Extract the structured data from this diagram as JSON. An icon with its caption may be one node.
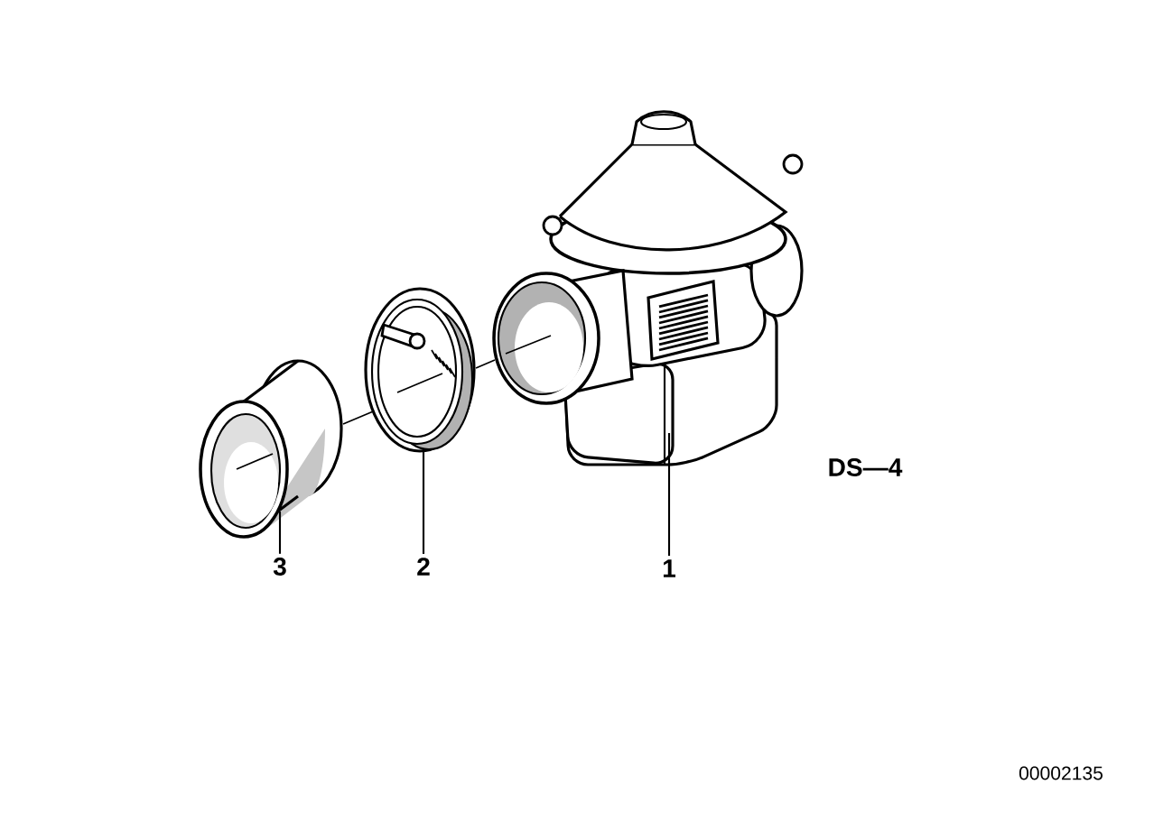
{
  "diagram": {
    "nodes": [
      {
        "text": [],
        "shape": "picture"
      },
      {
        "text": [],
        "shape": "picture"
      },
      {
        "text": [],
        "shape": "picture"
      },
      {
        "text": [
          "3"
        ]
      },
      {
        "text": [
          "2"
        ]
      },
      {
        "text": [
          "1"
        ]
      }
    ],
    "edges": [
      {
        "from": 3,
        "to": 0,
        "arrow": "none"
      },
      {
        "from": 4,
        "to": 1,
        "arrow": "none"
      },
      {
        "from": 5,
        "to": 2,
        "arrow": "none"
      }
    ],
    "labels": [
      "DS—4",
      "00002135"
    ]
  }
}
